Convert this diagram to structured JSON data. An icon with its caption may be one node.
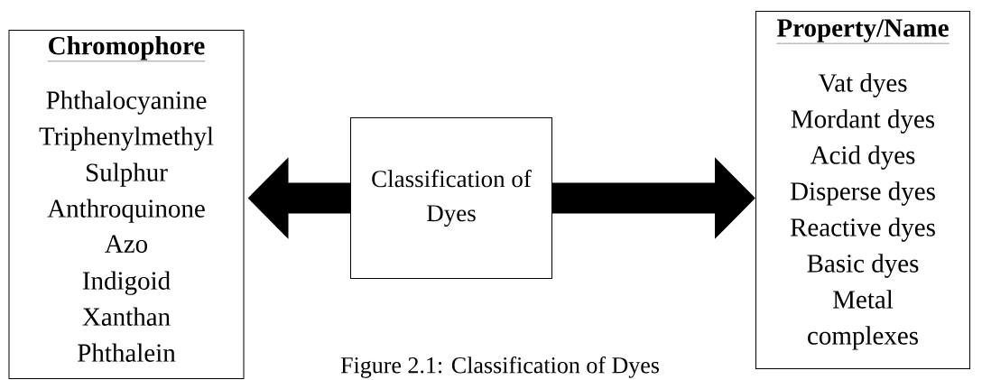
{
  "diagram": {
    "caption": "Figure 2.1: Classification of Dyes",
    "nodes": [
      {
        "text": [
          "Chromophore",
          "Phthalocyanine",
          "Triphenylmethyl",
          "Sulphur",
          "Anthroquinone",
          "Azo",
          "Indigoid",
          "Xanthan",
          "Phthalein"
        ]
      },
      {
        "text": [
          "Classification of Dyes"
        ]
      },
      {
        "text": [
          "Property/Name",
          "Vat dyes",
          "Mordant dyes",
          "Acid dyes",
          "Disperse dyes",
          "Reactive dyes",
          "Basic dyes",
          "Metal complexes"
        ]
      }
    ],
    "edges": [
      {
        "from": 1,
        "to": 0,
        "arrow": "to"
      },
      {
        "from": 1,
        "to": 2,
        "arrow": "to"
      }
    ]
  }
}
